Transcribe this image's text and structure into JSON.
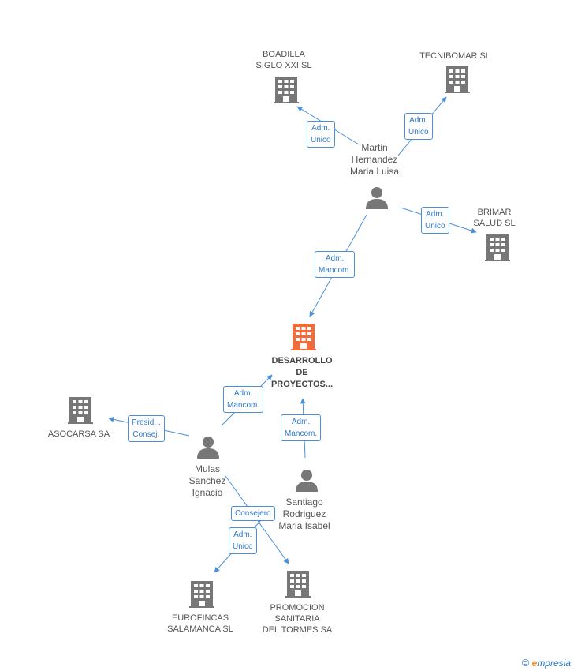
{
  "colors": {
    "company": "#777777",
    "center_company": "#f26b3a",
    "person": "#777777",
    "edge": "#4a8fdb",
    "label_text": "#555555"
  },
  "nodes": {
    "boadilla": {
      "kind": "company",
      "label": [
        "BOADILLA",
        "SIGLO XXI SL"
      ]
    },
    "tecnibomar": {
      "kind": "company",
      "label": [
        "TECNIBOMAR SL"
      ]
    },
    "martin": {
      "kind": "person",
      "label": [
        "Martin",
        "Hernandez",
        "Maria Luisa"
      ]
    },
    "brimar": {
      "kind": "company",
      "label": [
        "BRIMAR",
        "SALUD SL"
      ]
    },
    "desarrollo": {
      "kind": "center",
      "label": [
        "DESARROLLO",
        "DE",
        "PROYECTOS..."
      ]
    },
    "asocarsa": {
      "kind": "company",
      "label": [
        "ASOCARSA SA"
      ]
    },
    "mulas": {
      "kind": "person",
      "label": [
        "Mulas",
        "Sanchez",
        "Ignacio"
      ]
    },
    "santiago": {
      "kind": "person",
      "label": [
        "Santiago",
        "Rodriguez",
        "Maria Isabel"
      ]
    },
    "eurofincas": {
      "kind": "company",
      "label": [
        "EUROFINCAS",
        "SALAMANCA SL"
      ]
    },
    "promocion": {
      "kind": "company",
      "label": [
        "PROMOCION",
        "SANITARIA",
        "DEL TORMES SA"
      ]
    }
  },
  "relations": {
    "martin_boadilla": [
      "Adm.",
      "Unico"
    ],
    "martin_tecnibomar": [
      "Adm.",
      "Unico"
    ],
    "martin_brimar": [
      "Adm.",
      "Unico"
    ],
    "martin_desarrollo": [
      "Adm.",
      "Mancom."
    ],
    "mulas_desarrollo": [
      "Adm.",
      "Mancom."
    ],
    "santiago_desarrollo": [
      "Adm.",
      "Mancom."
    ],
    "mulas_asocarsa": [
      "Presid. ,",
      "Consej."
    ],
    "mulas_promocion": [
      "Consejero"
    ],
    "mulas_eurofincas": [
      "Adm.",
      "Unico"
    ]
  },
  "footer": {
    "copyright": "©",
    "brand_initial": "e",
    "brand_rest": "mpresia"
  }
}
